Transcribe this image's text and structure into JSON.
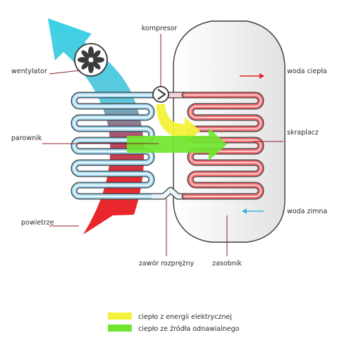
{
  "labels": {
    "compressor": "kompresor",
    "fan": "wentylator",
    "evaporator": "parownik",
    "air": "powietrze",
    "hot_water": "woda ciepła",
    "condenser": "skraplacz",
    "cold_water": "woda zimna",
    "expansion_valve": "zawór rozprężny",
    "tank": "zasobnik"
  },
  "legend": [
    {
      "text": "ciepło z energii elektrycznej",
      "color": "#f3f23a"
    },
    {
      "text": "ciepło ze źródła odnawialnego",
      "color": "#6fe62d"
    }
  ],
  "colors": {
    "air_arrow_top": "#3fd0e0",
    "air_arrow_bottom": "#e8242b",
    "tank_fill": "#f2f2f2",
    "leader_line": "#8a1f2a",
    "hot_arrow": "#e0252b",
    "cold_arrow": "#3fb4e0"
  }
}
